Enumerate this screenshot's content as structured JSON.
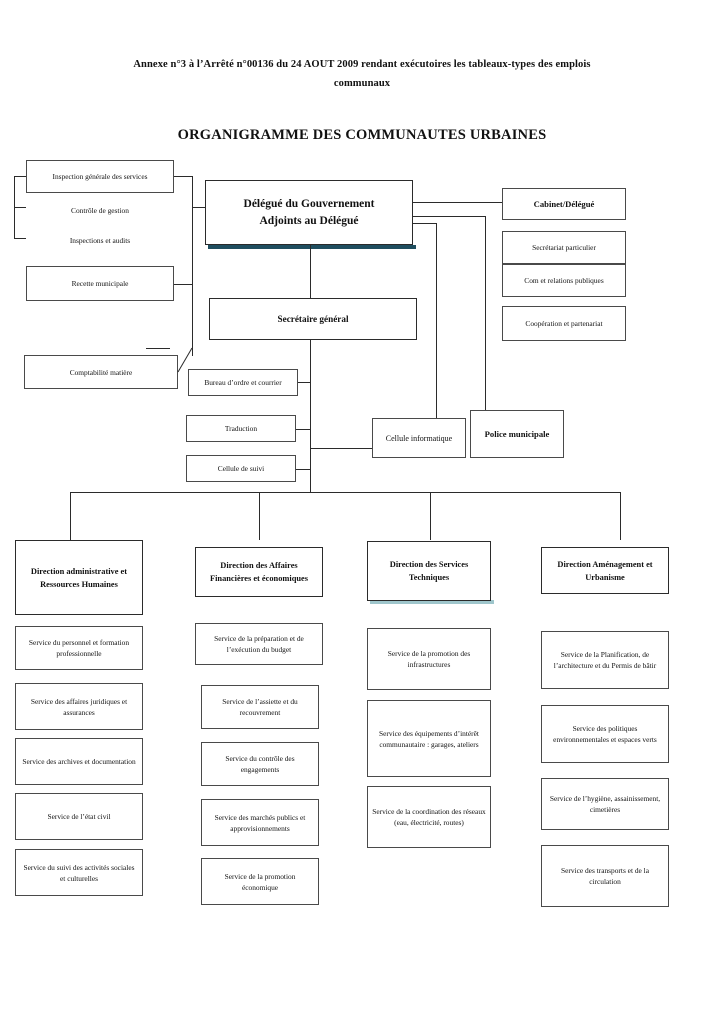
{
  "header": {
    "annex_line": "Annexe n°3 à l’Arrêté n°00136 du 24 AOUT 2009 rendant exécutoires les tableaux-types des emplois communaux",
    "title": "ORGANIGRAMME DES COMMUNAUTES URBAINES"
  },
  "left_column": {
    "inspection_generale": "Inspection générale des services",
    "controle_de_gestion": "Contrôle de gestion",
    "inspections_et_audits": "Inspections et audits",
    "recette_municipale": "Recette municipale",
    "comptabilite_matiere": "Comptabilité matière"
  },
  "executive": {
    "delegue": "Délégué du Gouvernement",
    "adjoints": "Adjoints au Délégué",
    "secretaire_general": "Secrétaire général"
  },
  "cabinet": {
    "title": "Cabinet/Délégué",
    "items": [
      "Secrétariat particulier",
      "Com et relations publiques",
      "Coopération et partenariat"
    ]
  },
  "support_units": {
    "bureau_ordre": "Bureau d’ordre et courrier",
    "traduction": "Traduction",
    "cellule_suivi": "Cellule de suivi",
    "cellule_informatique": "Cellule informatique",
    "police_municipale": "Police municipale"
  },
  "directions": [
    {
      "title": "Direction administrative et Ressources Humaines",
      "services": [
        "Service du personnel et formation professionnelle",
        "Service des affaires juridiques et assurances",
        "Service des archives et documentation",
        "Service de l’état civil",
        "Service du suivi des activités sociales et culturelles"
      ]
    },
    {
      "title": "Direction des Affaires Financières et économiques",
      "services": [
        "Service de la préparation et de l’exécution du budget",
        "Service de l’assiette et du recouvrement",
        "Service du contrôle des engagements",
        "Service des marchés publics et approvisionnements",
        "Service de la promotion économique"
      ]
    },
    {
      "title": "Direction des Services Techniques",
      "services": [
        "Service de la promotion des infrastructures",
        "Service des équipements d’intérêt communautaire : garages, ateliers",
        "Service de la coordination des réseaux (eau, électricité, routes)"
      ]
    },
    {
      "title": "Direction Aménagement et Urbanisme",
      "services": [
        "Service de la Planification, de l’architecture et du Permis de bâtir",
        "Service des politiques environnementales et espaces verts",
        "Service de l’hygiène, assainissement, cimetières",
        "Service des transports et de la circulation"
      ]
    }
  ],
  "colors": {
    "box_border": "#4a4a4a",
    "line": "#2b2b2b",
    "shadow_dark": "#1f4e5f",
    "shadow_teal": "#9fc6cc"
  }
}
